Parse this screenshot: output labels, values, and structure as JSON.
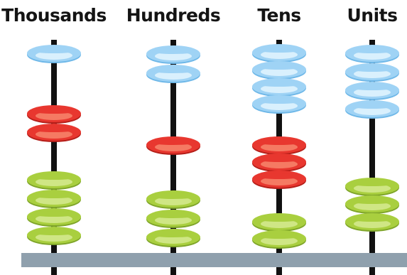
{
  "columns": [
    {
      "label": "Thousands",
      "beads": {
        "blue": 1,
        "red": 2,
        "green": 4
      }
    },
    {
      "label": "Hundreds",
      "beads": {
        "blue": 2,
        "red": 1,
        "green": 3
      }
    },
    {
      "label": "Tens",
      "beads": {
        "blue": 4,
        "red": 3,
        "green": 2
      }
    },
    {
      "label": "Units",
      "beads": {
        "blue": 4,
        "red": 0,
        "green": 3
      }
    }
  ],
  "colors": {
    "blue": {
      "body": "#9fd3f5",
      "highlight": "#d9f0fd",
      "edge": "#6fb8e8"
    },
    "red": {
      "body": "#e8372f",
      "highlight": "#f57a63",
      "edge": "#b51f1a"
    },
    "green": {
      "body": "#a9cf3f",
      "highlight": "#cfe685",
      "edge": "#7fa52a"
    },
    "rod": "#111111",
    "base": "#8fa0ad"
  }
}
